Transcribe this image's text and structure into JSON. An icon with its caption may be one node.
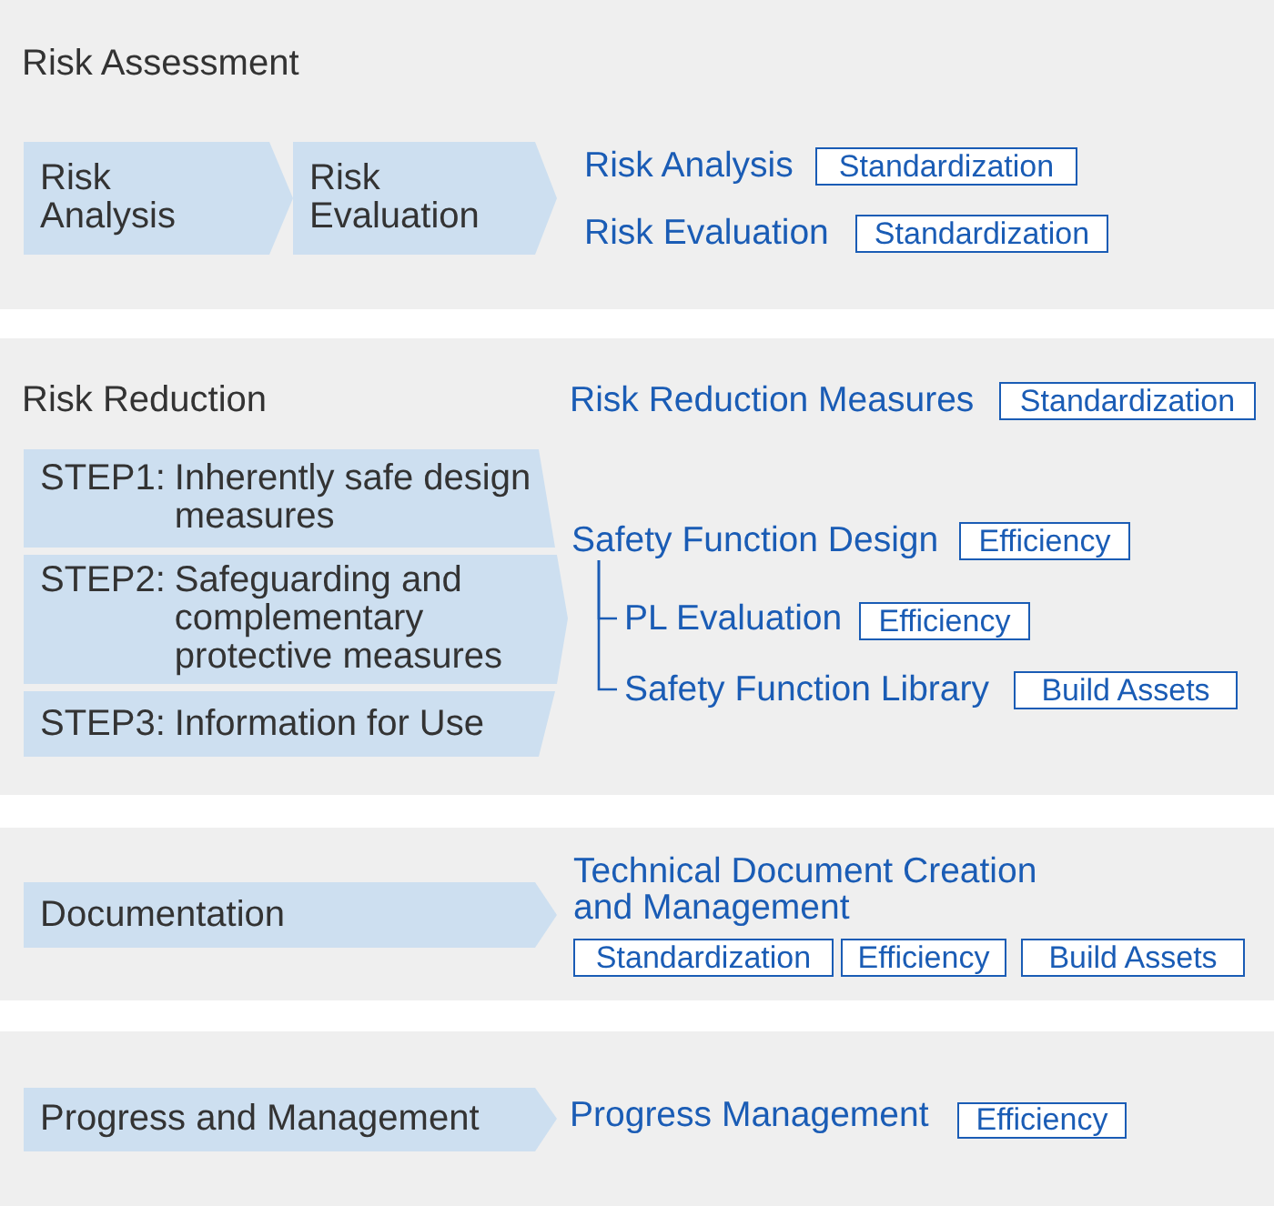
{
  "diagram": {
    "nodes": [
      {
        "text": [
          "Risk Assessment"
        ]
      },
      {
        "text": [
          "Risk Analysis"
        ],
        "in": 0
      },
      {
        "text": [
          "Risk Evaluation"
        ],
        "in": 0
      },
      {
        "text": [
          "Standardization"
        ],
        "in": 0
      },
      {
        "text": [
          "Standardization"
        ],
        "in": 0
      },
      {
        "text": [
          "Risk Reduction"
        ]
      },
      {
        "text": [
          "STEP1:",
          "Inherently safe design measures"
        ],
        "in": 5
      },
      {
        "text": [
          "STEP2:",
          "Safeguarding and complementary protective measures"
        ],
        "in": 5
      },
      {
        "text": [
          "STEP3:",
          "Information for Use"
        ],
        "in": 5
      },
      {
        "text": [
          "Standardization"
        ],
        "in": 5
      },
      {
        "text": [
          "Safety Function Design"
        ],
        "in": 5
      },
      {
        "text": [
          "Efficiency"
        ],
        "in": 5
      },
      {
        "text": [
          "PL Evaluation"
        ],
        "in": 5
      },
      {
        "text": [
          "Efficiency"
        ],
        "in": 5
      },
      {
        "text": [
          "Safety Function Library"
        ],
        "in": 5
      },
      {
        "text": [
          "Build Assets"
        ],
        "in": 5
      },
      {
        "text": [],
        "shape": "box"
      },
      {
        "text": [
          "Documentation"
        ],
        "in": 16
      },
      {
        "text": [
          "Standardization"
        ],
        "in": 16
      },
      {
        "text": [
          "Efficiency"
        ],
        "in": 16
      },
      {
        "text": [
          "Build Assets"
        ],
        "in": 16
      },
      {
        "text": [],
        "shape": "box"
      },
      {
        "text": [
          "Progress and Management"
        ],
        "in": 21
      },
      {
        "text": [
          "Efficiency"
        ],
        "in": 21
      }
    ],
    "edges": [
      {
        "from": 10,
        "to": 12,
        "arrow": "none"
      },
      {
        "from": 10,
        "to": 14,
        "arrow": "none"
      }
    ],
    "labels": [
      "Risk Analysis",
      "Risk Evaluation",
      "Risk Reduction Measures",
      "Technical Document Creation and Management",
      "Progress Management"
    ]
  }
}
